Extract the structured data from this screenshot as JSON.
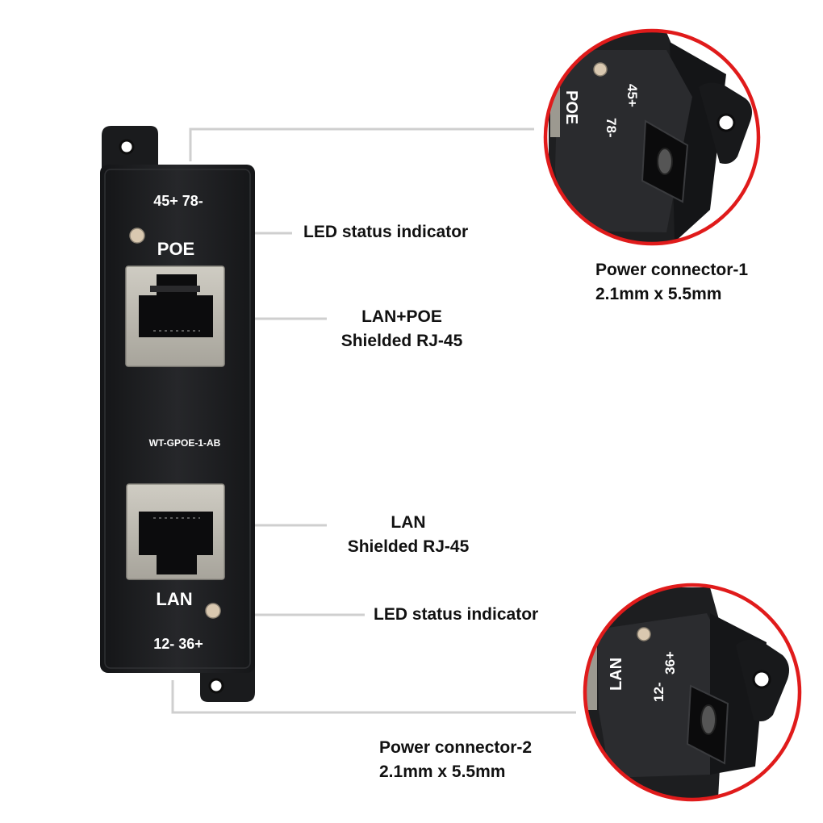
{
  "device": {
    "model": "WT-GPOE-1-AB",
    "top_pins": "45+ 78-",
    "top_port_label": "POE",
    "bottom_port_label": "LAN",
    "bottom_pins": "12- 36+"
  },
  "callouts": {
    "led_top": "LED status indicator",
    "poe_port": {
      "line1": "LAN+POE",
      "line2": "Shielded RJ-45"
    },
    "lan_port": {
      "line1": "LAN",
      "line2": "Shielded RJ-45"
    },
    "led_bottom": "LED status indicator",
    "power1": {
      "line1": "Power connector-1",
      "line2": "2.1mm x 5.5mm"
    },
    "power2": {
      "line1": "Power connector-2",
      "line2": "2.1mm x 5.5mm"
    }
  },
  "zoom_top": {
    "pins_a": "45+",
    "pins_b": "78-",
    "port_label": "POE"
  },
  "zoom_bottom": {
    "port_label": "LAN",
    "pins_a": "12-",
    "pins_b": "36+"
  },
  "colors": {
    "device_body": "#1c1d1f",
    "jack_frame": "#b9b6ad",
    "callout_line": "#cfcfcf",
    "zoom_ring": "#e01b1b",
    "led": "#d9c8b0"
  }
}
